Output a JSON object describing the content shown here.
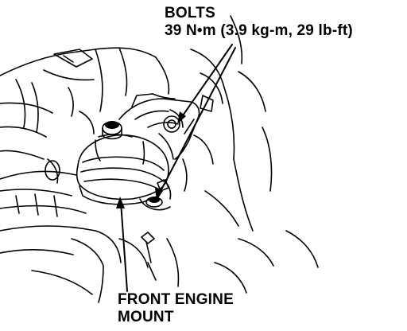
{
  "bolts_callout": {
    "title": "BOLTS",
    "torque": "39 N•m (3.9 kg-m, 29 lb-ft)"
  },
  "mount_callout": {
    "line1": "FRONT ENGINE",
    "line2": "MOUNT"
  },
  "colors": {
    "ink": "#000000",
    "paper": "#ffffff"
  }
}
